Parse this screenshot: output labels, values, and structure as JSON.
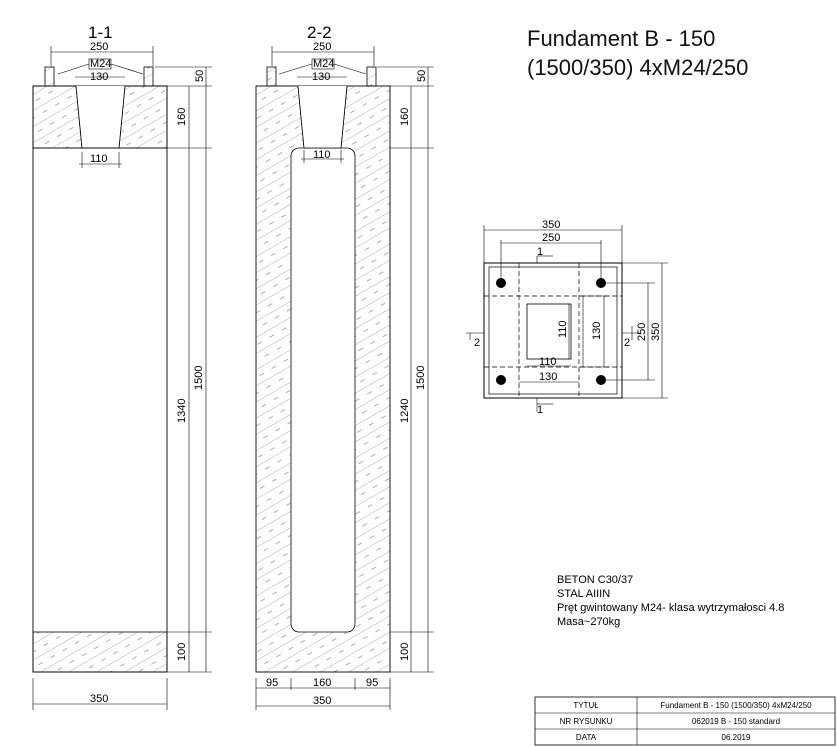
{
  "title": {
    "line1": "Fundament B - 150",
    "line2": "(1500/350) 4xM24/250"
  },
  "sections": {
    "s1": {
      "label": "1-1",
      "dim_top": "250",
      "bolt": "M24",
      "dim_130": "130",
      "dim_110": "110",
      "dim_50": "50",
      "dim_160": "160",
      "dim_1340": "1340",
      "dim_1500": "1500",
      "dim_100": "100",
      "dim_bottom": "350"
    },
    "s2": {
      "label": "2-2",
      "dim_top": "250",
      "bolt": "M24",
      "dim_130": "130",
      "dim_110": "110",
      "dim_50": "50",
      "dim_160": "160",
      "dim_1240": "1240",
      "dim_1500": "1500",
      "dim_100": "100",
      "dim_95a": "95",
      "dim_160b": "160",
      "dim_95b": "95",
      "dim_bottom": "350"
    }
  },
  "plan": {
    "dim_350_top": "350",
    "dim_250_top": "250",
    "dim_110_v": "110",
    "dim_130_v": "130",
    "dim_250_r": "250",
    "dim_350_r": "350",
    "dim_110_h": "110",
    "dim_130_h": "130",
    "cut_1": "1",
    "cut_2": "2"
  },
  "notes": [
    "BETON C30/37",
    "STAL AIIIN",
    "Pręt gwintowany M24- klasa wytrzymałosci 4.8",
    "Masa~270kg"
  ],
  "title_block": {
    "rows": [
      {
        "label": "TYTUŁ",
        "value": "Fundament B - 150 (1500/350) 4xM24/250"
      },
      {
        "label": "NR RYSUNKU",
        "value": "062019 B - 150 standard"
      },
      {
        "label": "DATA",
        "value": "06.2019"
      }
    ]
  }
}
